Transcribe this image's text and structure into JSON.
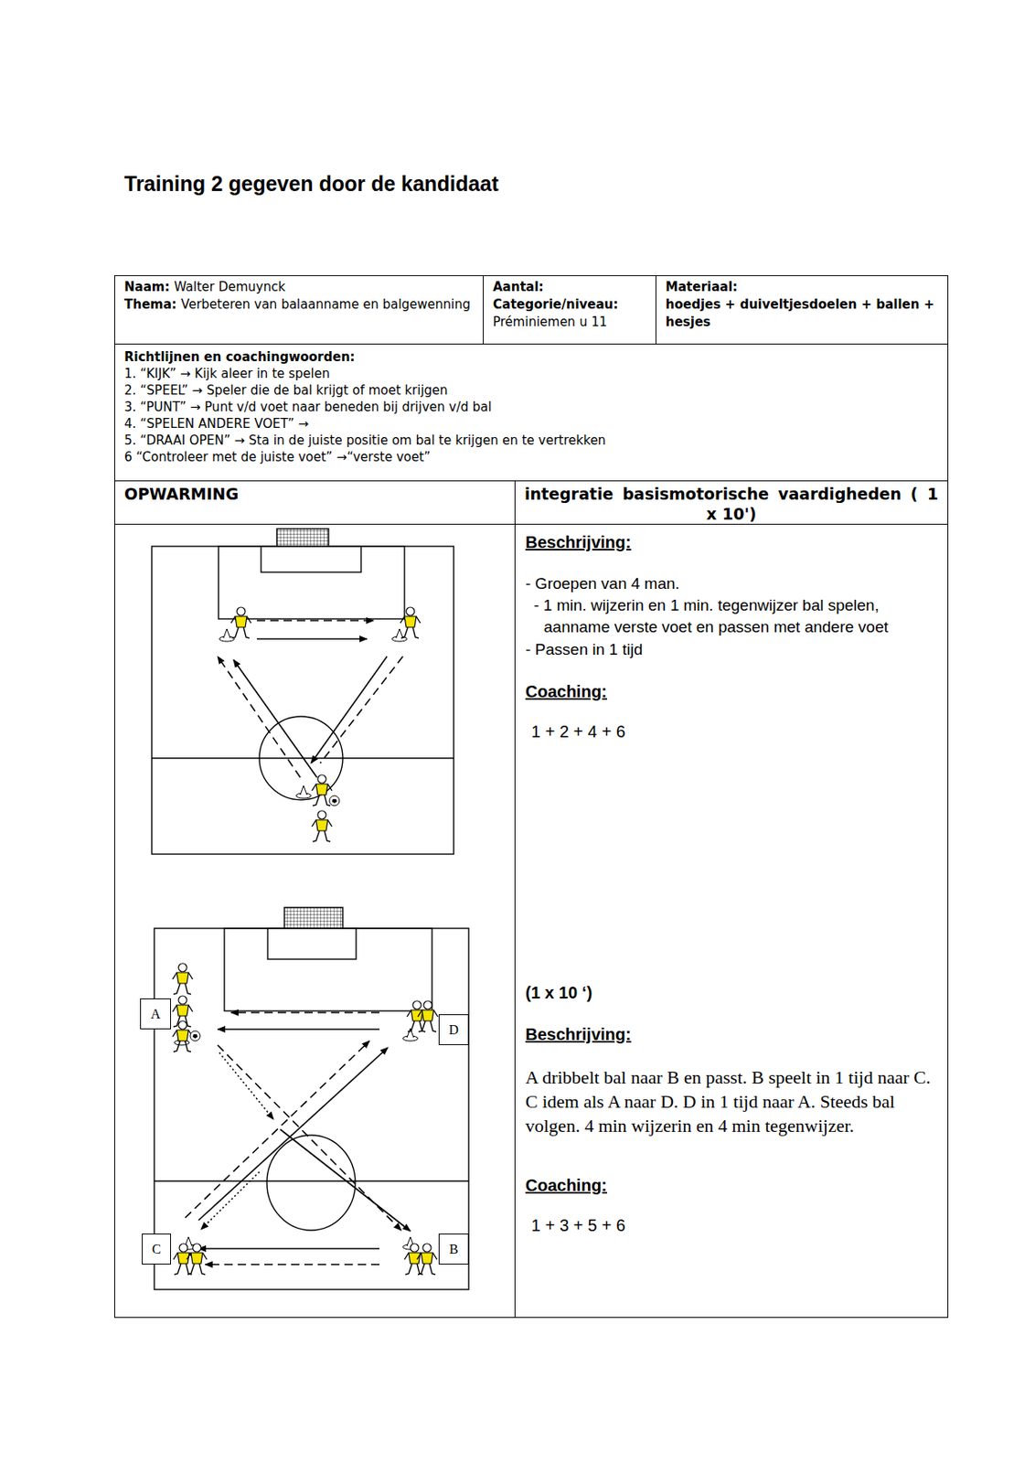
{
  "diagram": {
    "title": "Training 2 gegeven door de kandidaat",
    "nodes": [
      {
        "text": [
          "Naam:",
          "Walter Demuynck",
          "Thema:",
          "Verbeteren van balaanname en balgewenning"
        ]
      },
      {
        "text": [
          "Aantal:",
          "Categorie/niveau:",
          "Préminiemen u 11"
        ]
      },
      {
        "text": [
          "Materiaal:",
          "hoedjes + duiveltjesdoelen + ballen + hesjes"
        ]
      },
      {
        "text": [
          "Richtlijnen en coachingwoorden:",
          "1. “KIJK” → Kijk aleer in te spelen",
          "2. “SPEEL” → Speler die de bal krijgt of moet krijgen",
          "3. “PUNT” → Punt v/d voet naar beneden bij drijven v/d bal",
          "4. “SPELEN ANDERE VOET” →",
          "5. “DRAAI OPEN” → Sta in de juiste positie om bal te krijgen en te vertrekken",
          "6 “Controleer met de juiste voet” →“verste voet”"
        ]
      },
      {
        "text": [
          "OPWARMING"
        ]
      },
      {
        "text": [
          "integratie basismotorische vaardigheden ( 1 x 10')"
        ]
      },
      {
        "text": [
          "Beschrijving:",
          "- Groepen van 4 man.",
          "- 1 min. wijzerin en 1 min. tegenwijzer bal spelen, aanname verste voet en passen met andere voet",
          "- Passen in 1 tijd",
          "Coaching:",
          "1 + 2 + 4 + 6",
          "(1 x 10 ‘)",
          "Beschrijving:",
          "A dribbelt bal naar B en passt. B speelt in 1 tijd naar C. C idem als A naar D. D in 1 tijd naar A. Steeds bal volgen. 4 min wijzerin en 4 min tegenwijzer.",
          "Coaching:",
          "1 + 3 + 5 + 6"
        ]
      },
      {
        "text": [
          "A"
        ]
      },
      {
        "text": [
          "D"
        ]
      },
      {
        "text": [
          "C"
        ]
      },
      {
        "text": [
          "B"
        ]
      }
    ]
  }
}
